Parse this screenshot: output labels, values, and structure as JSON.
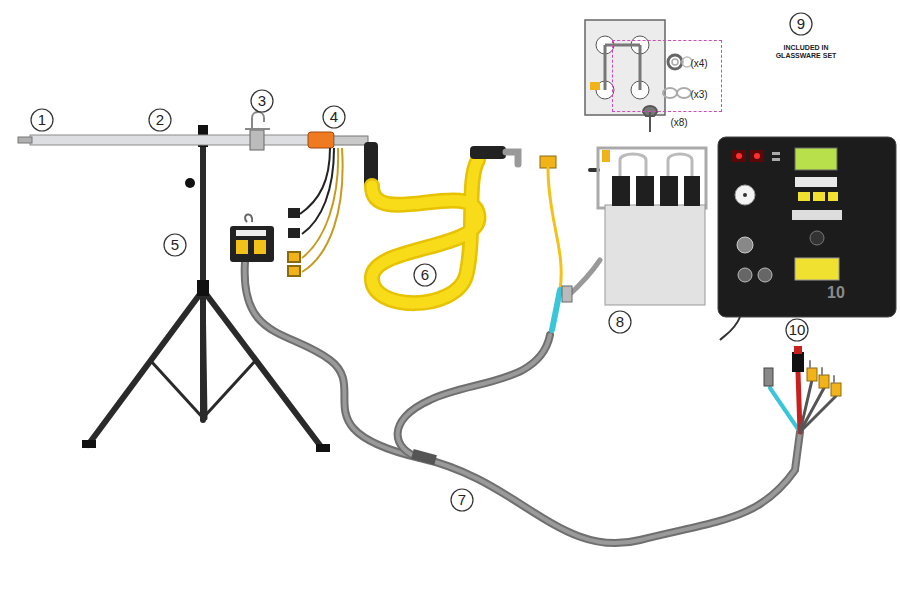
{
  "diagram": {
    "nodes": [
      {
        "text": [
          "(x4)",
          "(x3)"
        ]
      }
    ],
    "labels": [
      "9",
      "INCLUDED IN GLASSWARE SET",
      "(x8)",
      "1",
      "2",
      "3",
      "4",
      "10",
      "10",
      "8",
      "5",
      "6",
      "7"
    ]
  }
}
